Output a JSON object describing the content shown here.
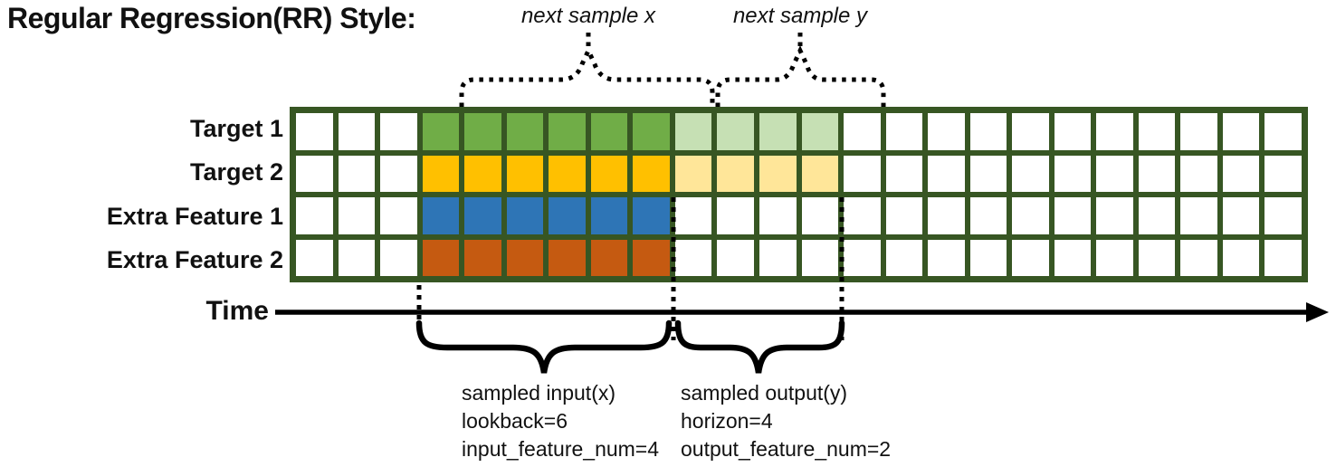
{
  "title": "Regular Regression(RR) Style:",
  "annotations": {
    "next_sample_x": "next sample x",
    "next_sample_y": "next sample y"
  },
  "grid": {
    "total_columns": 24,
    "input_start_col": 3,
    "lookback": 6,
    "horizon": 4,
    "border_color": "#375623",
    "empty_cell_color": "#FFFFFF",
    "rows": [
      {
        "label": "Target 1",
        "input_color": "#70AD47",
        "output_color": "#C6E0B4",
        "has_output": true
      },
      {
        "label": "Target 2",
        "input_color": "#FFC000",
        "output_color": "#FFE699",
        "has_output": true
      },
      {
        "label": "Extra Feature 1",
        "input_color": "#2E75B6",
        "output_color": "#FFFFFF",
        "has_output": false
      },
      {
        "label": "Extra Feature 2",
        "input_color": "#C55A11",
        "output_color": "#FFFFFF",
        "has_output": false
      }
    ]
  },
  "time_axis": {
    "label": "Time"
  },
  "input_annotation": {
    "lines": [
      "sampled input(x)",
      "lookback=6",
      "input_feature_num=4"
    ]
  },
  "output_annotation": {
    "lines": [
      "sampled output(y)",
      "horizon=4",
      "output_feature_num=2"
    ]
  }
}
